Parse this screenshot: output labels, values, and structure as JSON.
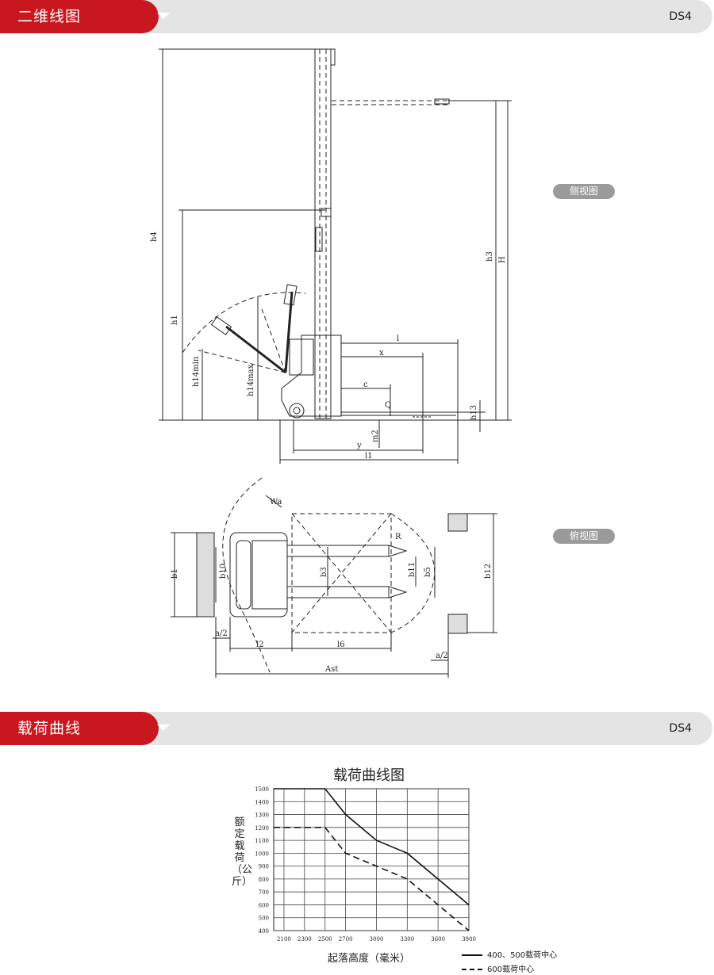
{
  "section1": {
    "title": "二维线图",
    "model": "DS4"
  },
  "section2": {
    "title": "载荷曲线",
    "model": "DS4"
  },
  "views": {
    "side": "侧视图",
    "top": "俯视图"
  },
  "side_labels": {
    "h4": "h4",
    "h1": "h1",
    "h14min": "h14min",
    "h14max": "h14max",
    "h3": "h3",
    "H": "H",
    "l": "l",
    "x": "x",
    "c": "c",
    "Q": "Q",
    "m2": "m2",
    "y": "y",
    "l1": "l1",
    "h13": "h13"
  },
  "top_labels": {
    "Wa": "Wa",
    "b1": "b1",
    "b10": "b10",
    "b3": "b3",
    "R": "R",
    "b11": "b11",
    "b5": "b5",
    "b12": "b12",
    "a2_left": "a/2",
    "l2": "l2",
    "l6": "l6",
    "a2_right": "a/2",
    "Ast": "Ast"
  },
  "chart_data": {
    "type": "line",
    "title": "载荷曲线图",
    "xlabel": "起落高度（毫米）",
    "ylabel": "额定载荷（公斤）",
    "x_ticks": [
      2100,
      2300,
      2500,
      2700,
      3000,
      3300,
      3600,
      3900
    ],
    "y_ticks": [
      400,
      500,
      600,
      700,
      800,
      900,
      1000,
      1100,
      1200,
      1300,
      1400,
      1500
    ],
    "xlim": [
      2000,
      3900
    ],
    "ylim": [
      400,
      1500
    ],
    "grid": true,
    "legend_position": "bottom-right",
    "series": [
      {
        "name": "400、500载荷中心",
        "style": "solid",
        "x": [
          2000,
          2500,
          2700,
          3000,
          3300,
          3900
        ],
        "values": [
          1500,
          1500,
          1300,
          1100,
          1000,
          600
        ]
      },
      {
        "name": "600载荷中心",
        "style": "dashed",
        "x": [
          2000,
          2500,
          2700,
          3000,
          3300,
          3900
        ],
        "values": [
          1200,
          1200,
          1000,
          900,
          800,
          400
        ]
      }
    ]
  }
}
